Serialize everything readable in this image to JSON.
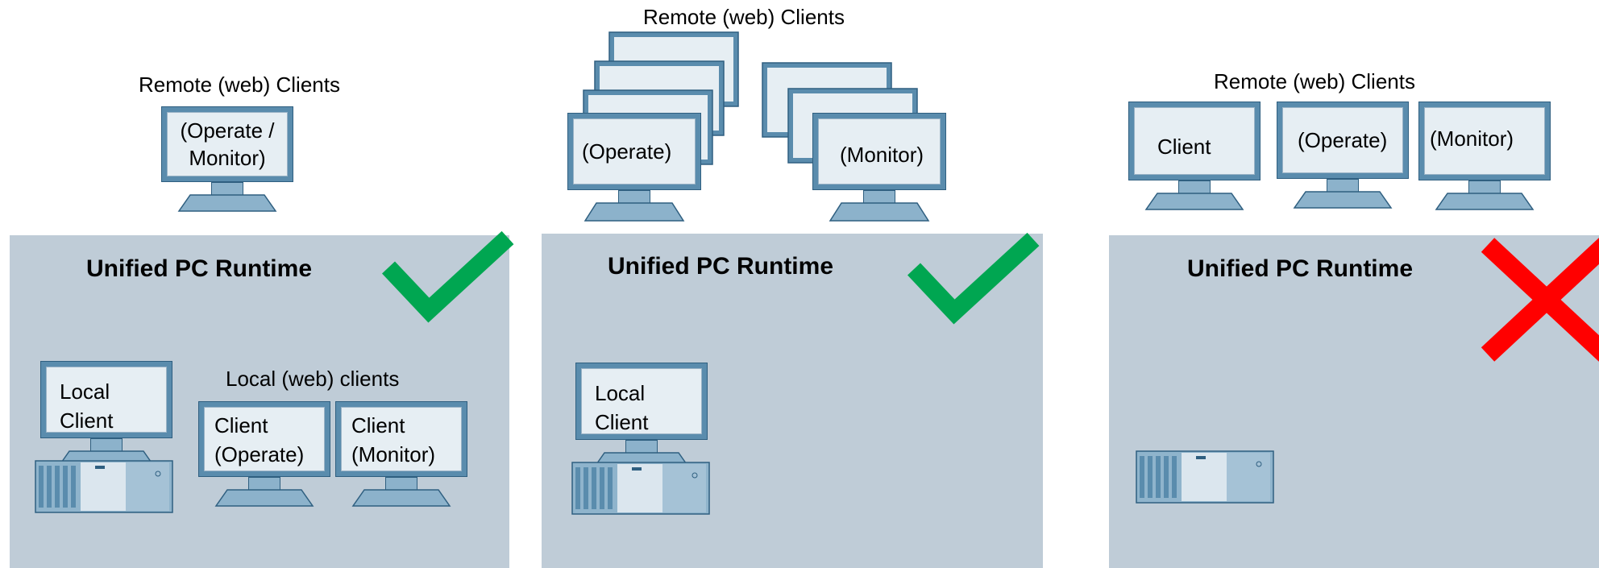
{
  "panels": [
    {
      "title": "Unified PC Runtime",
      "remote_caption": "Remote (web) Clients",
      "remote_clients": [
        {
          "lines": [
            "(Operate /",
            "Monitor)"
          ]
        }
      ],
      "local_client": {
        "lines": [
          "Local",
          "Client"
        ]
      },
      "local_web_caption": "Local (web) clients",
      "local_web_clients": [
        {
          "lines": [
            "Client",
            "(Operate)"
          ]
        },
        {
          "lines": [
            "Client",
            "(Monitor)"
          ]
        }
      ],
      "status": "check",
      "status_color": "#00a651"
    },
    {
      "title": "Unified PC Runtime",
      "remote_caption": "Remote (web) Clients",
      "remote_clients": [
        {
          "lines": [
            "(Operate)"
          ]
        },
        {
          "lines": [
            "(Monitor)"
          ]
        }
      ],
      "local_client": {
        "lines": [
          "Local",
          "Client"
        ]
      },
      "status": "check",
      "status_color": "#00a651"
    },
    {
      "title": "Unified PC Runtime",
      "remote_caption": "Remote (web) Clients",
      "remote_clients": [
        {
          "lines": [
            "Client"
          ]
        },
        {
          "lines": [
            "(Operate)"
          ]
        },
        {
          "lines": [
            "(Monitor)"
          ]
        }
      ],
      "status": "cross",
      "status_color": "#ff0000"
    }
  ]
}
